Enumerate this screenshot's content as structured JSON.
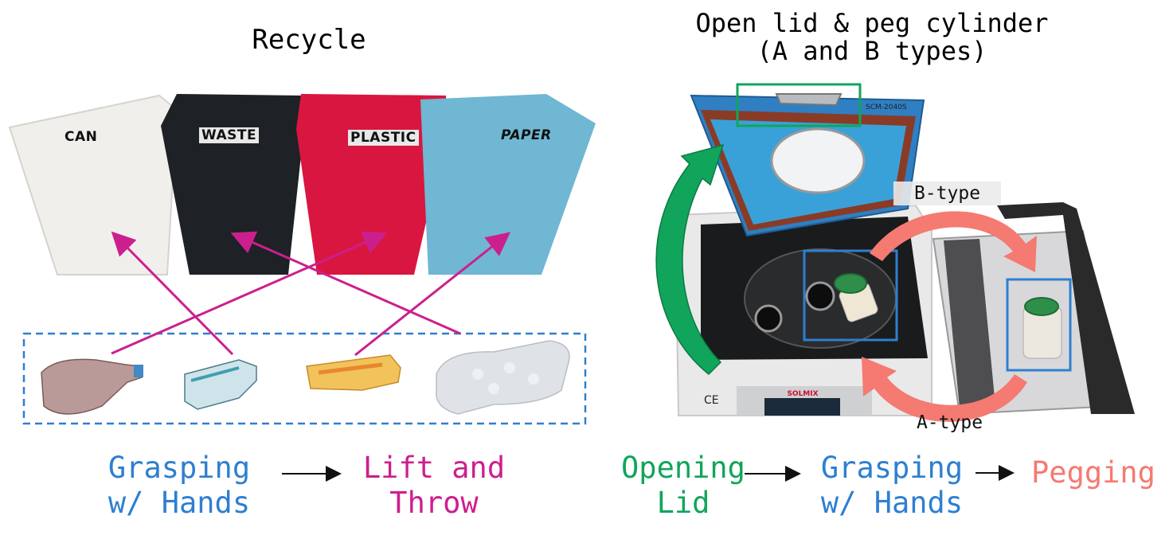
{
  "recycle": {
    "title": "Recycle",
    "bins": [
      {
        "label": "CAN",
        "color": "#f1efec"
      },
      {
        "label": "WASTE",
        "color": "#1e2125"
      },
      {
        "label": "PLASTIC",
        "color": "#d9163f"
      },
      {
        "label": "PAPER",
        "color": "#6fb7d2"
      }
    ],
    "flow": {
      "step1": "Grasping\nw/ Hands",
      "step2": "Lift and\nThrow"
    }
  },
  "lid": {
    "title": "Open lid & peg cylinder\n(A and B types)",
    "b_type": "B-type",
    "a_type": "A-type",
    "brand": "SOLMIX",
    "model": "SCM-2040S",
    "ce": "CE",
    "flow": {
      "step1": "Opening\nLid",
      "step2": "Grasping\nw/ Hands",
      "step3": "Pegging"
    }
  },
  "colors": {
    "blue": "#2e7fd0",
    "magenta": "#cc1f8e",
    "green": "#11a55c",
    "salmon": "#f47a72"
  }
}
